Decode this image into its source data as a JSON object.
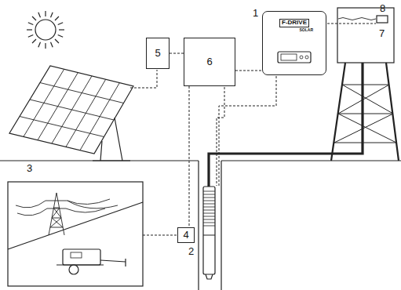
{
  "diagram": {
    "nodes": [
      {
        "text": [
          "5"
        ]
      },
      {
        "text": [
          "6"
        ]
      },
      {
        "text": [
          "F-DRIVE",
          "SOLAR"
        ]
      },
      {
        "text": [
          "4"
        ]
      }
    ],
    "edges": [
      {
        "from": 0,
        "to": 1,
        "arrow": "none"
      },
      {
        "from": 1,
        "to": 3,
        "arrow": "none"
      },
      {
        "from": 1,
        "to": 2,
        "arrow": "none"
      }
    ],
    "labels": [
      "1",
      "2",
      "3",
      "7",
      "8"
    ]
  }
}
